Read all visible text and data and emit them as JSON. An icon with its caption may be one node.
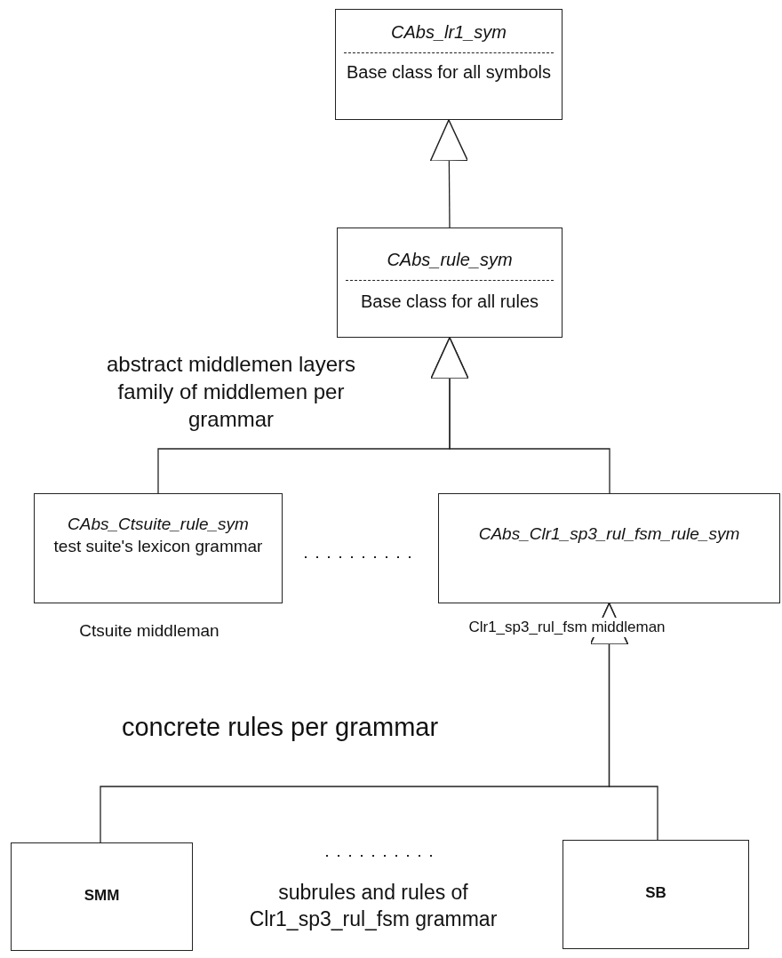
{
  "diagram": {
    "nodes": [
      {
        "text": [
          "CAbs_lr1_sym",
          "Base class for all symbols"
        ]
      },
      {
        "text": [
          "CAbs_rule_sym",
          "Base class for all rules"
        ]
      },
      {
        "text": [
          "CAbs_Ctsuite_rule_sym",
          "test suite's lexicon grammar"
        ],
        "beside": [
          "Ctsuite middleman"
        ]
      },
      {
        "text": [
          "CAbs_Clr1_sp3_rul_fsm_rule_sym"
        ],
        "beside": [
          "Clr1_sp3_rul_fsm middleman"
        ]
      },
      {
        "text": [
          "SMM"
        ]
      },
      {
        "text": [
          "SB"
        ]
      }
    ],
    "edges": [
      {
        "from": 1,
        "to": 0,
        "arrow": "to"
      },
      {
        "from": 2,
        "to": 1,
        "arrow": "to"
      },
      {
        "from": 3,
        "to": 1,
        "arrow": "to"
      },
      {
        "from": 4,
        "to": 3,
        "arrow": "to"
      },
      {
        "from": 5,
        "to": 3,
        "arrow": "to"
      }
    ],
    "labels": [
      "abstract middlemen layers family of middlemen per grammar",
      "concrete rules per grammar",
      "subrules and rules of Clr1_sp3_rul_fsm grammar"
    ]
  }
}
